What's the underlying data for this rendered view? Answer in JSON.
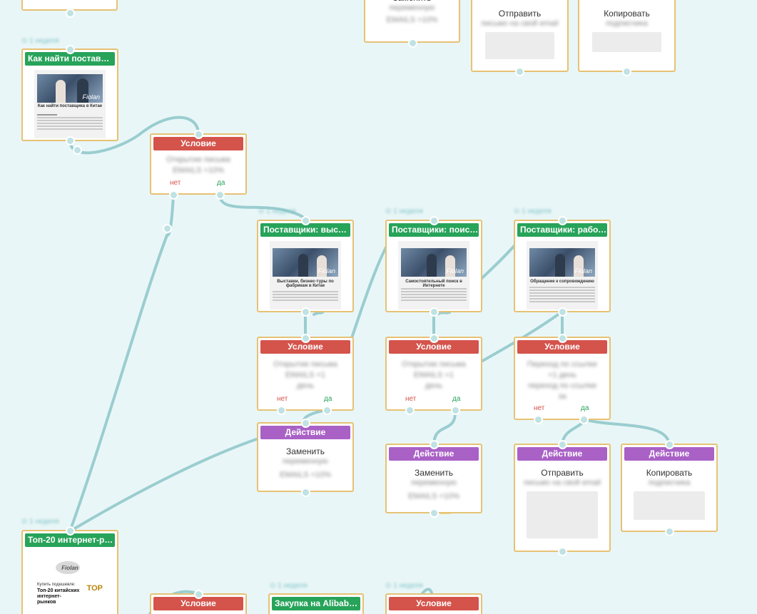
{
  "colors": {
    "canvas": "#e9f6f7",
    "link": "#8ec9cc",
    "email": "#27a35a",
    "condition": "#d4534b",
    "action": "#a961c6",
    "border": "#e6c274"
  },
  "labels": {
    "condition": "Условие",
    "action": "Действие",
    "no": "нет",
    "yes": "да"
  },
  "emails": {
    "e1": "Как найти поставщи...",
    "e2": "Поставщики: выстав...",
    "e3": "Поставщики: поиск ...",
    "e4": "Поставщики: работа...",
    "e5": "Топ-20 интернет-ры...",
    "e6": "Закупка на Alibaba: ..."
  },
  "email_thumbs": {
    "e1_caption": "Как найти поставщика в Китае",
    "e1_sub": "Что вы ищете?",
    "e2_caption": "Выставки, бизнес-туры по фабрикам в Китае",
    "e3_caption": "Самостоятельный поиск в Интернете",
    "e4_caption": "Обращение к сопровождению",
    "e5_caption1": "Купить подешевле:",
    "e5_caption2": "Топ-20 китайских интернет-рынков",
    "logo": "Fiolan",
    "top_badge": "TOP"
  },
  "actions": {
    "replace": "Заменить",
    "send": "Отправить",
    "copy": "Копировать"
  },
  "hidden_text": {
    "cond1": "Открытие письма",
    "cond_opened": "Открытие письма",
    "cond_click": "Переход по ссылке",
    "action_var": "переменную",
    "action_send": "письмо на свой email",
    "action_copy": "подписчика"
  }
}
